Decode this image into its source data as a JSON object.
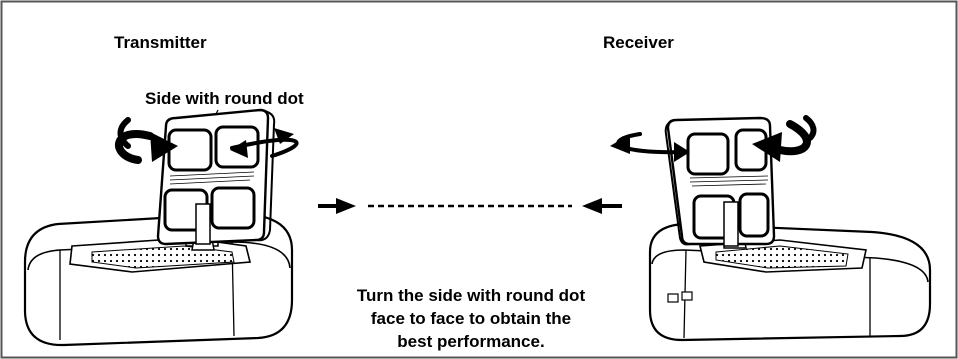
{
  "labels": {
    "transmitter": "Transmitter",
    "receiver": "Receiver",
    "side_note": "Side with round dot"
  },
  "instruction": {
    "line1": "Turn the side with round dot",
    "line2": "face to face to obtain the",
    "line3": "best performance."
  },
  "colors": {
    "ink": "#000000",
    "frame": "#555555",
    "background": "#ffffff",
    "mesh": "#e6e6e6"
  },
  "icons": [
    "rotate-arrow-icon",
    "rotate-arrow-icon",
    "rotate-arrow-icon",
    "rotate-arrow-icon",
    "arrow-right-icon",
    "arrow-left-icon"
  ]
}
